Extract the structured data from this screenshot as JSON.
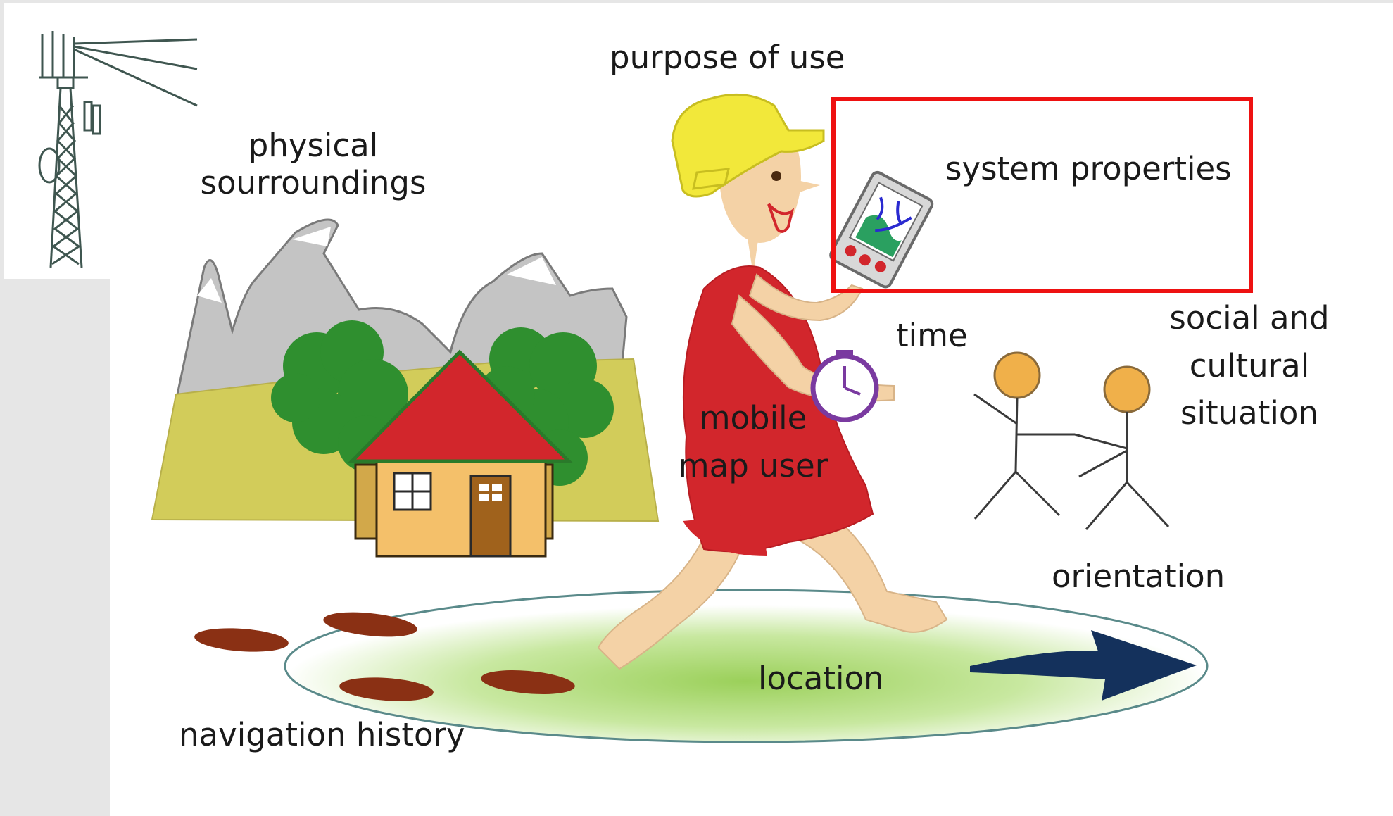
{
  "labels": {
    "purpose_of_use": "purpose of use",
    "physical_surroundings_line1": "physical",
    "physical_surroundings_line2": "sourroundings",
    "system_properties": "system properties",
    "time": "time",
    "social_line1": "social and",
    "social_line2": "cultural",
    "social_line3": "situation",
    "mobile_line1": "mobile",
    "mobile_line2": "map user",
    "orientation": "orientation",
    "location": "location",
    "navigation_history": "navigation history"
  },
  "highlight": {
    "target": "system properties",
    "color": "#ee1111"
  },
  "colors": {
    "hat": "#f2e83a",
    "shirt": "#d2262c",
    "skin": "#f4d2a6",
    "roof": "#d2262c",
    "house_wall": "#f4c06a",
    "door": "#a0621c",
    "tree": "#2f8f2f",
    "mountain": "#c4c4c4",
    "meadow": "#d2cc5a",
    "footprint": "#8a3014",
    "arrow": "#14315c",
    "ground": "#a8d86a",
    "clock": "#7a3aa0",
    "stick_head": "#f0b04a"
  },
  "icons": {
    "tower": "radio-tower-icon",
    "device": "mobile-device-icon",
    "clock": "clock-icon",
    "arrow": "direction-arrow-icon"
  }
}
